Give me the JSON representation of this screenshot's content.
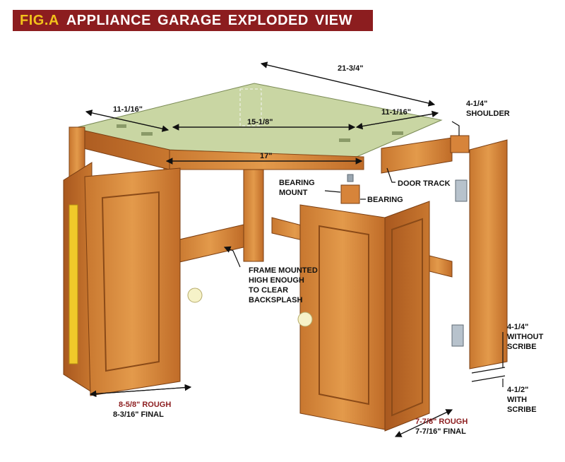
{
  "title": {
    "fig": "FIG.A",
    "text": "APPLIANCE GARAGE EXPLODED VIEW"
  },
  "colors": {
    "title_bg": "#8c1d1f",
    "title_fig": "#f2c21b",
    "wood": "#d98a3d",
    "top": "#c9d6a3",
    "rough": "#8c1d1f"
  },
  "dimensions": {
    "top_width": "21-3/4\"",
    "left_depth": "11-1/16\"",
    "right_depth": "11-1/16\"",
    "inner_span": "15-1/8\"",
    "front_edge": "17\"",
    "shoulder_value": "4-1/4\"",
    "shoulder_label": "SHOULDER",
    "without_scribe_value": "4-1/4\"",
    "without_scribe_l1": "WITHOUT",
    "without_scribe_l2": "SCRIBE",
    "with_scribe_value": "4-1/2\"",
    "with_scribe_l1": "WITH",
    "with_scribe_l2": "SCRIBE",
    "left_door_rough": "8-5/8\" ROUGH",
    "left_door_final": "8-3/16\" FINAL",
    "right_door_rough": "7-7/8\" ROUGH",
    "right_door_final": "7-7/16\" FINAL"
  },
  "callouts": {
    "door_track": "DOOR TRACK",
    "bearing_mount_l1": "BEARING",
    "bearing_mount_l2": "MOUNT",
    "bearing": "BEARING",
    "frame_l1": "FRAME MOUNTED",
    "frame_l2": "HIGH ENOUGH",
    "frame_l3": "TO CLEAR",
    "frame_l4": "BACKSPLASH"
  }
}
